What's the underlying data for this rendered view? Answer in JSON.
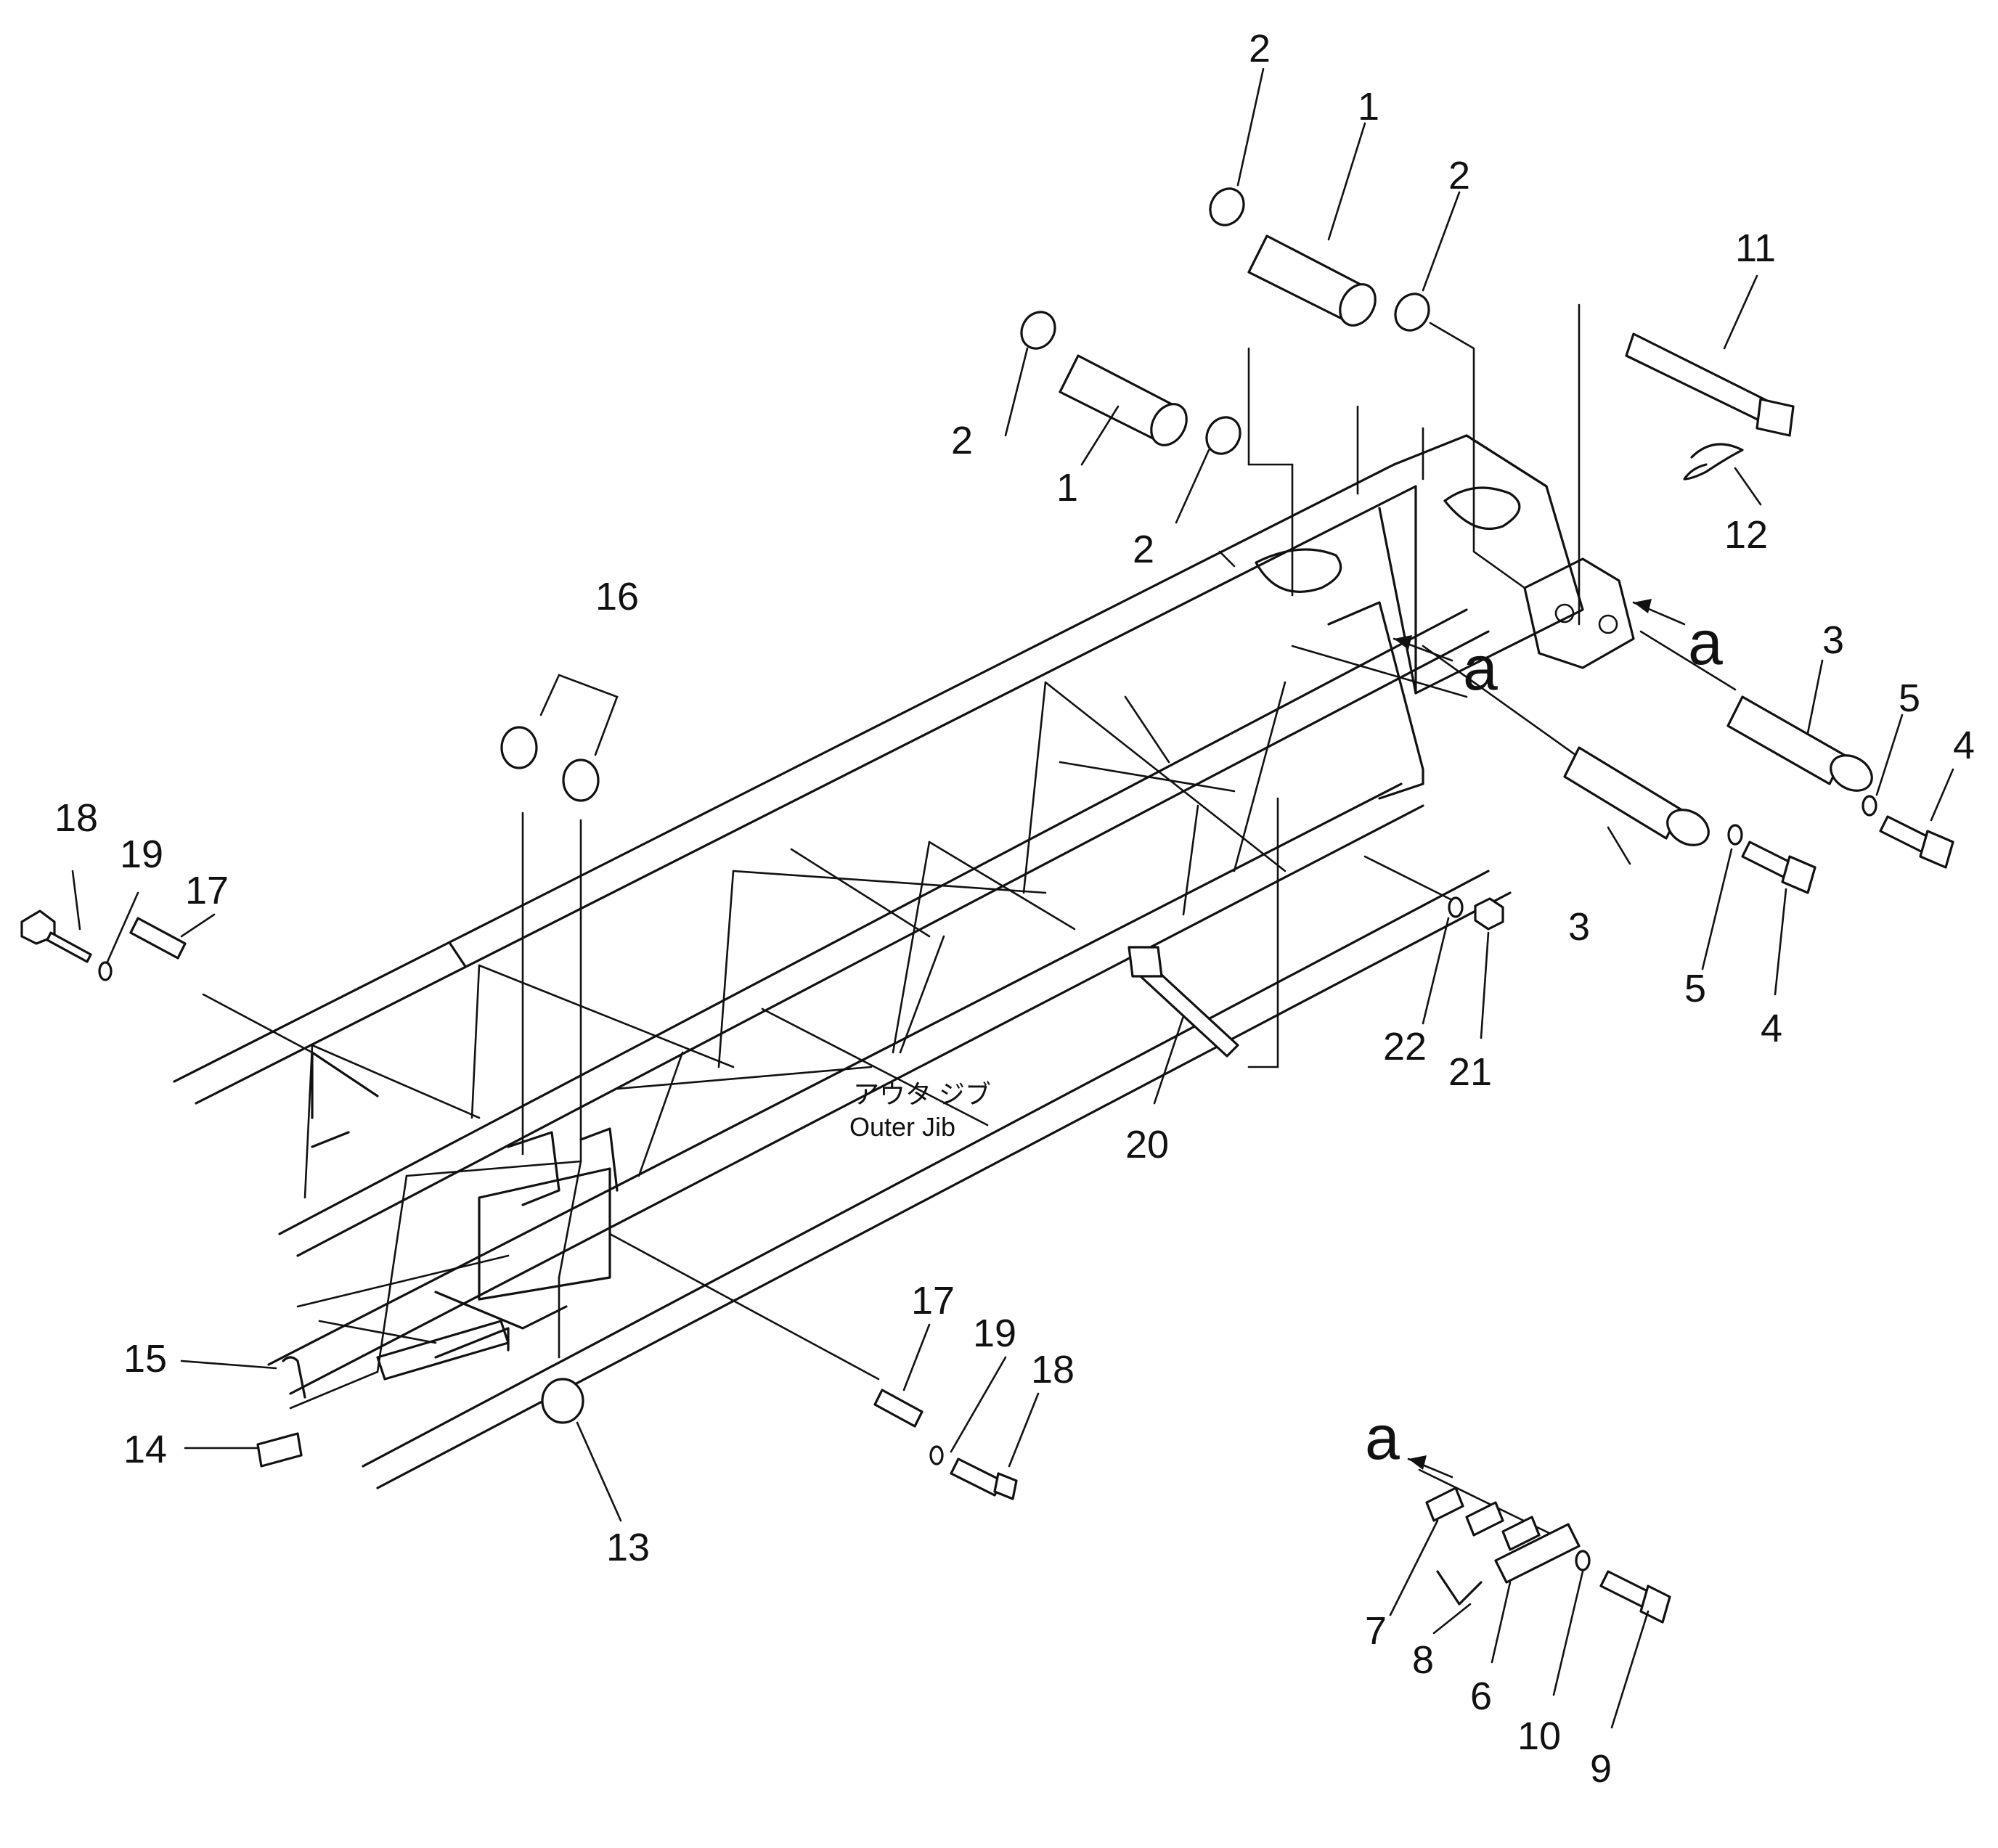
{
  "diagram": {
    "background": "#ffffff",
    "line_color": "#111111",
    "center_label_jp": "アウタ ジブ",
    "center_label_en": "Outer Jib",
    "view_reference": "a",
    "callouts": {
      "c1a": "1",
      "c1b": "1",
      "c2a": "2",
      "c2b": "2",
      "c2c": "2",
      "c2d": "2",
      "c3a": "3",
      "c3b": "3",
      "c4a": "4",
      "c4b": "4",
      "c5a": "5",
      "c5b": "5",
      "c6": "6",
      "c7": "7",
      "c8": "8",
      "c9": "9",
      "c10": "10",
      "c11": "11",
      "c12": "12",
      "c13": "13",
      "c14": "14",
      "c15": "15",
      "c16": "16",
      "c17a": "17",
      "c17b": "17",
      "c18a": "18",
      "c18b": "18",
      "c19a": "19",
      "c19b": "19",
      "c20": "20",
      "c21": "21",
      "c22": "22"
    }
  }
}
